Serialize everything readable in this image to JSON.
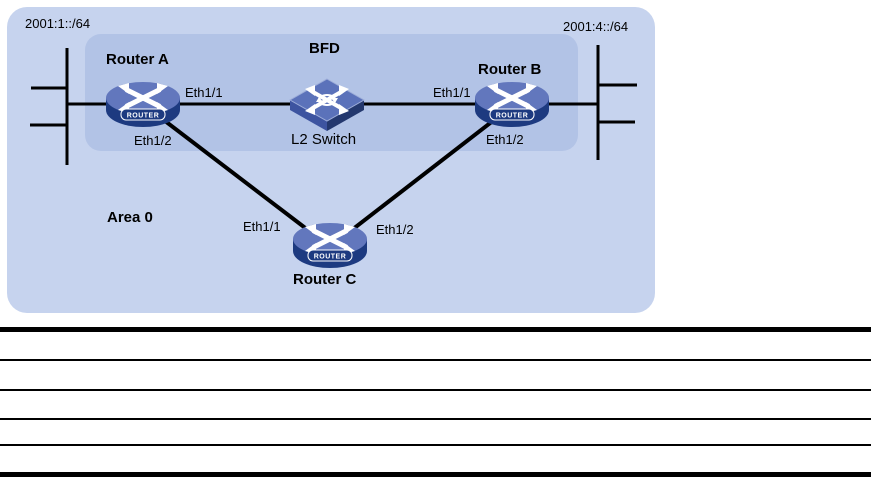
{
  "colors": {
    "outer_bg": "#c6d3ee",
    "inner_bg": "#b2c3e6",
    "router_top": "#6277bd",
    "router_dark": "#1d3a80",
    "switch_top": "#5b72ba",
    "switch_left": "#3d54a0",
    "switch_right": "#24386e",
    "line": "#000000",
    "text": "#000000"
  },
  "diagram": {
    "left_network": "2001:1::/64",
    "right_network": "2001:4::/64",
    "bfd_label": "BFD",
    "area_label": "Area 0",
    "router_badge": "ROUTER",
    "router_a": {
      "name": "Router A",
      "if_top": "Eth1/1",
      "if_bottom": "Eth1/2"
    },
    "router_b": {
      "name": "Router B",
      "if_top": "Eth1/1",
      "if_bottom": "Eth1/2"
    },
    "router_c": {
      "name": "Router C",
      "if_left": "Eth1/1",
      "if_right": "Eth1/2"
    },
    "l2_switch": {
      "name": "L2 Switch"
    }
  }
}
